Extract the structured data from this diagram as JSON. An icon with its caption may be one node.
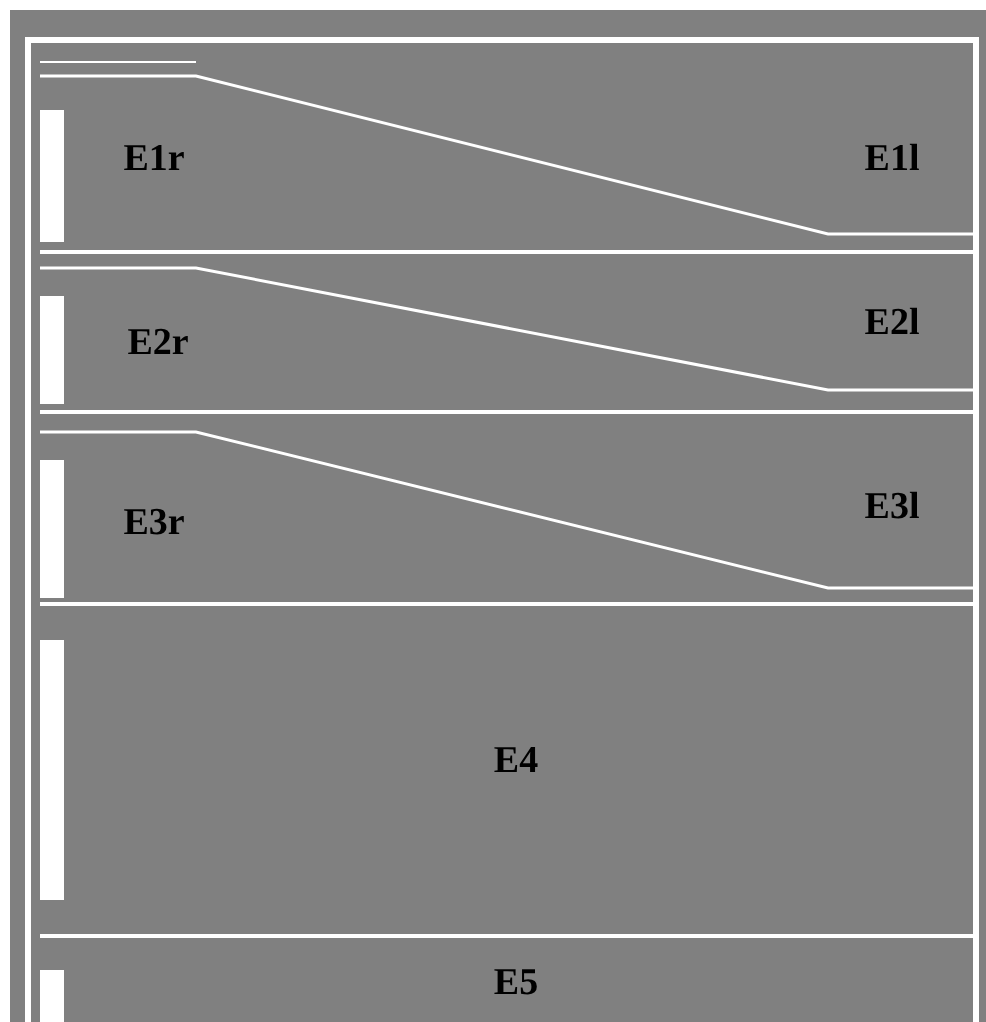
{
  "diagram": {
    "labels": [
      "E1r",
      "E1l",
      "E2r",
      "E2l",
      "E3r",
      "E3l",
      "E4",
      "E5"
    ]
  }
}
